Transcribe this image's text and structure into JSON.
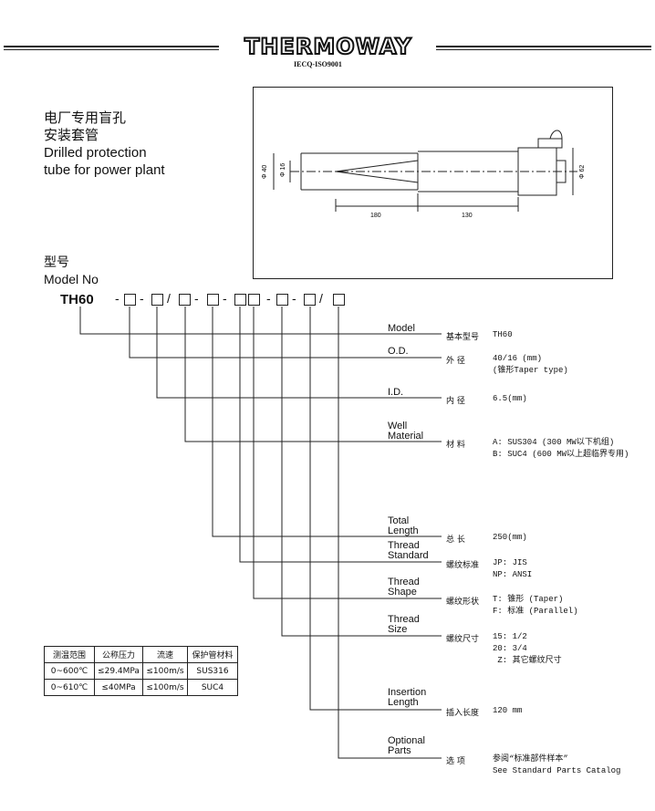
{
  "header": {
    "brand": "THERMOWAY",
    "certification": "IECQ-ISO9001"
  },
  "title": {
    "cn_line1": "电厂专用盲孔",
    "cn_line2": "安装套管",
    "en_line1": "Drilled protection",
    "en_line2": "tube for power plant"
  },
  "model_section": {
    "label_cn": "型号",
    "label_en": "Model No",
    "code": "TH60",
    "sequence": {
      "dash1": "-",
      "dash2": "-",
      "slash1": "/",
      "dash3": "-",
      "dash4": "-",
      "dash5": "-",
      "dash6": "-",
      "slash2": "/"
    }
  },
  "drawing": {
    "dim_od": "Φ 40",
    "dim_id": "Φ 16",
    "dim_head": "Φ 62",
    "dim_len1": "180",
    "dim_len2": "130"
  },
  "fields": [
    {
      "en": "Model",
      "cn": "基本型号",
      "value": "TH60"
    },
    {
      "en": "O.D.",
      "cn": "外  径",
      "value": "40/16 (mm)\n(锥形Taper type)"
    },
    {
      "en": "I.D.",
      "cn": "内  径",
      "value": "6.5(mm)"
    },
    {
      "en": "Well\nMaterial",
      "cn": "材  料",
      "value": "A: SUS304 (300 MW以下机组)\nB: SUC4 (600 MW以上超临界专用)"
    },
    {
      "en": "Total\nLength",
      "cn": "总  长",
      "value": "250(mm)"
    },
    {
      "en": "Thread\nStandard",
      "cn": "螺纹标准",
      "value": "JP: JIS\nNP: ANSI"
    },
    {
      "en": "Thread\nShape",
      "cn": "螺纹形状",
      "value": "T: 锥形 (Taper)\nF: 标准 (Parallel)"
    },
    {
      "en": "Thread\nSize",
      "cn": "螺纹尺寸",
      "value": "15: 1/2\n20: 3/4\n Z: 其它螺纹尺寸"
    },
    {
      "en": "Insertion\nLength",
      "cn": "插入长度",
      "value": "120 mm"
    },
    {
      "en": "Optional\nParts",
      "cn": "选  项",
      "value": "参阅“标准部件样本”\nSee Standard Parts Catalog"
    }
  ],
  "spec_table": {
    "headers": [
      "测温范围",
      "公称压力",
      "流速",
      "保护管材料"
    ],
    "rows": [
      [
        "0~600℃",
        "≤29.4MPa",
        "≤100m/s",
        "SUS316"
      ],
      [
        "0~610℃",
        "≤40MPa",
        "≤100m/s",
        "SUC4"
      ]
    ]
  }
}
